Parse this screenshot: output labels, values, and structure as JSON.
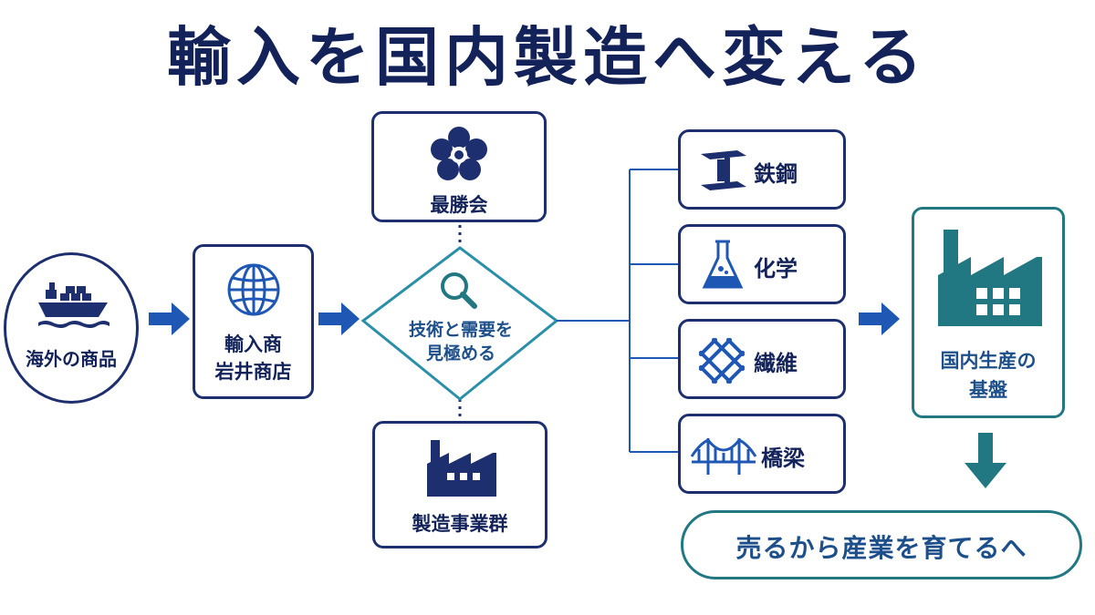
{
  "title": "輸入を国内製造へ変える",
  "nodes": {
    "overseas": "海外の商品",
    "importer_line1": "輸入商",
    "importer_line2": "岩井商店",
    "saishokai": "最勝会",
    "judge_line1": "技術と需要を",
    "judge_line2": "見極める",
    "manufacturers": "製造事業群",
    "steel": "鉄鋼",
    "chemical": "化学",
    "textile": "繊維",
    "bridge": "橋梁",
    "domestic_line1": "国内生産の",
    "domestic_line2": "基盤",
    "outcome": "売るから産業を育てるへ"
  },
  "icons": {
    "ship": "cargo-ship-icon",
    "globe": "globe-icon",
    "emblem": "flower-crest-icon",
    "magnifier": "magnifier-icon",
    "factory": "factory-icon",
    "steel": "i-beam-icon",
    "chemical": "flask-icon",
    "textile": "woven-fabric-icon",
    "bridge": "suspension-bridge-icon",
    "domestic": "factory-icon"
  },
  "colors": {
    "navy": "#1d2f6e",
    "blue": "#1f57b5",
    "teal": "#217883"
  }
}
